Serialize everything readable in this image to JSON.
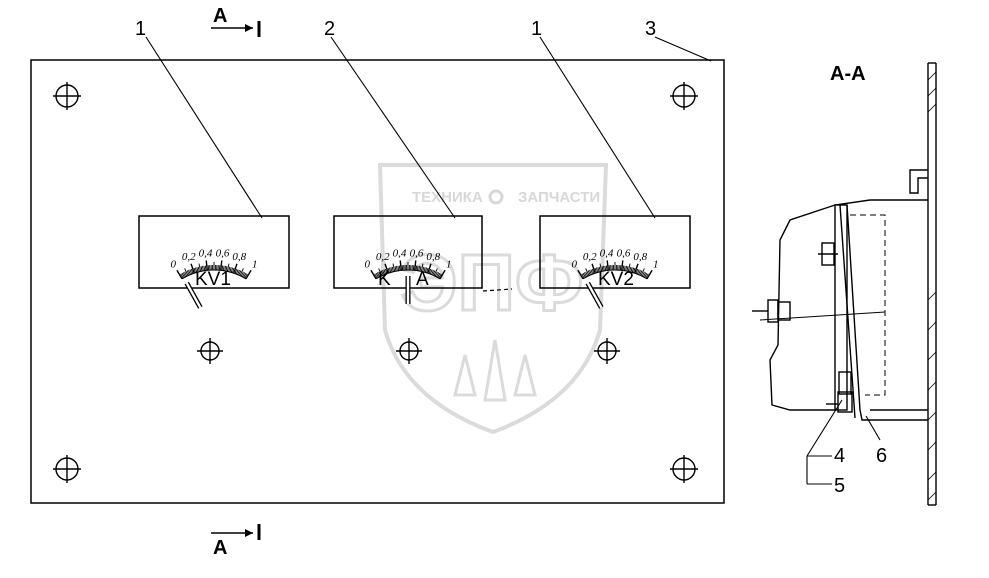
{
  "callouts": {
    "meter_1": "1",
    "meter_2": "2",
    "meter_3": "1",
    "panel": "3",
    "nut": "4",
    "washer": "5",
    "bracket": "6"
  },
  "section_mark": {
    "letter": "A",
    "view_title": "A-A"
  },
  "meters": [
    {
      "label": "KV1",
      "ticks": [
        "0",
        "0,2",
        "0,4",
        "0,6",
        "0,8",
        "1"
      ],
      "needle_value": 0.03
    },
    {
      "label_left": "K",
      "label_right": "A",
      "ticks": [
        "0",
        "0,2",
        "0,4",
        "0,6",
        "0,8",
        "1"
      ],
      "needle_value": 0.5
    },
    {
      "label": "KV2",
      "ticks": [
        "0",
        "0,2",
        "0,4",
        "0,6",
        "0,8",
        "1"
      ],
      "needle_value": 0.03
    }
  ],
  "watermark": {
    "text_left": "ТЕХНИКА",
    "text_right": "ЗАПЧАСТИ",
    "logo_letters": "ЭПФ"
  },
  "icons": {
    "panel_holes": "crosshair-circle-icon",
    "watermark_gear": "gear-icon"
  }
}
